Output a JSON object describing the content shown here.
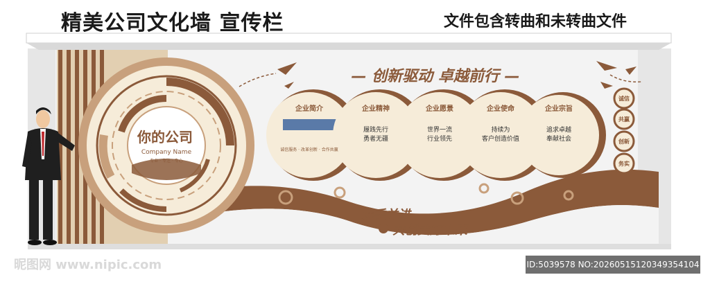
{
  "header": {
    "title": "精美公司文化墙 宣传栏",
    "subtitle": "文件包含转曲和未转曲文件"
  },
  "wall": {
    "slogan_top": "— 创新驱动 卓越前行 —",
    "slogan_bottom_1": "携手并进",
    "slogan_bottom_2": "共创美好未来",
    "company_name": "你的公司",
    "company_name_en": "Company Name",
    "company_tagline": "专业 · 专注 · 专心",
    "cards": [
      {
        "title": "企业简介",
        "line1": "",
        "line2": "",
        "footer": "诚信服务 · 改革创新 · 合作共赢"
      },
      {
        "title": "企业精神",
        "line1": "履践先行",
        "line2": "勇者无疆",
        "footer": ""
      },
      {
        "title": "企业愿景",
        "line1": "世界一流",
        "line2": "行业领先",
        "footer": ""
      },
      {
        "title": "企业使命",
        "line1": "持续为",
        "line2": "客户创造价值",
        "footer": ""
      },
      {
        "title": "企业宗旨",
        "line1": "追求卓越",
        "line2": "奉献社会",
        "footer": ""
      }
    ],
    "values": [
      "诚信",
      "共赢",
      "创新",
      "务实"
    ]
  },
  "watermark": {
    "site": "昵图网 www.nipic.com",
    "id": "ID:5039578 NO:20260515120349354104"
  },
  "colors": {
    "brown": "#8b5a3a",
    "light_brown": "#c8a07c",
    "cream": "#f6ecd9",
    "tan": "#e2cfb1"
  }
}
